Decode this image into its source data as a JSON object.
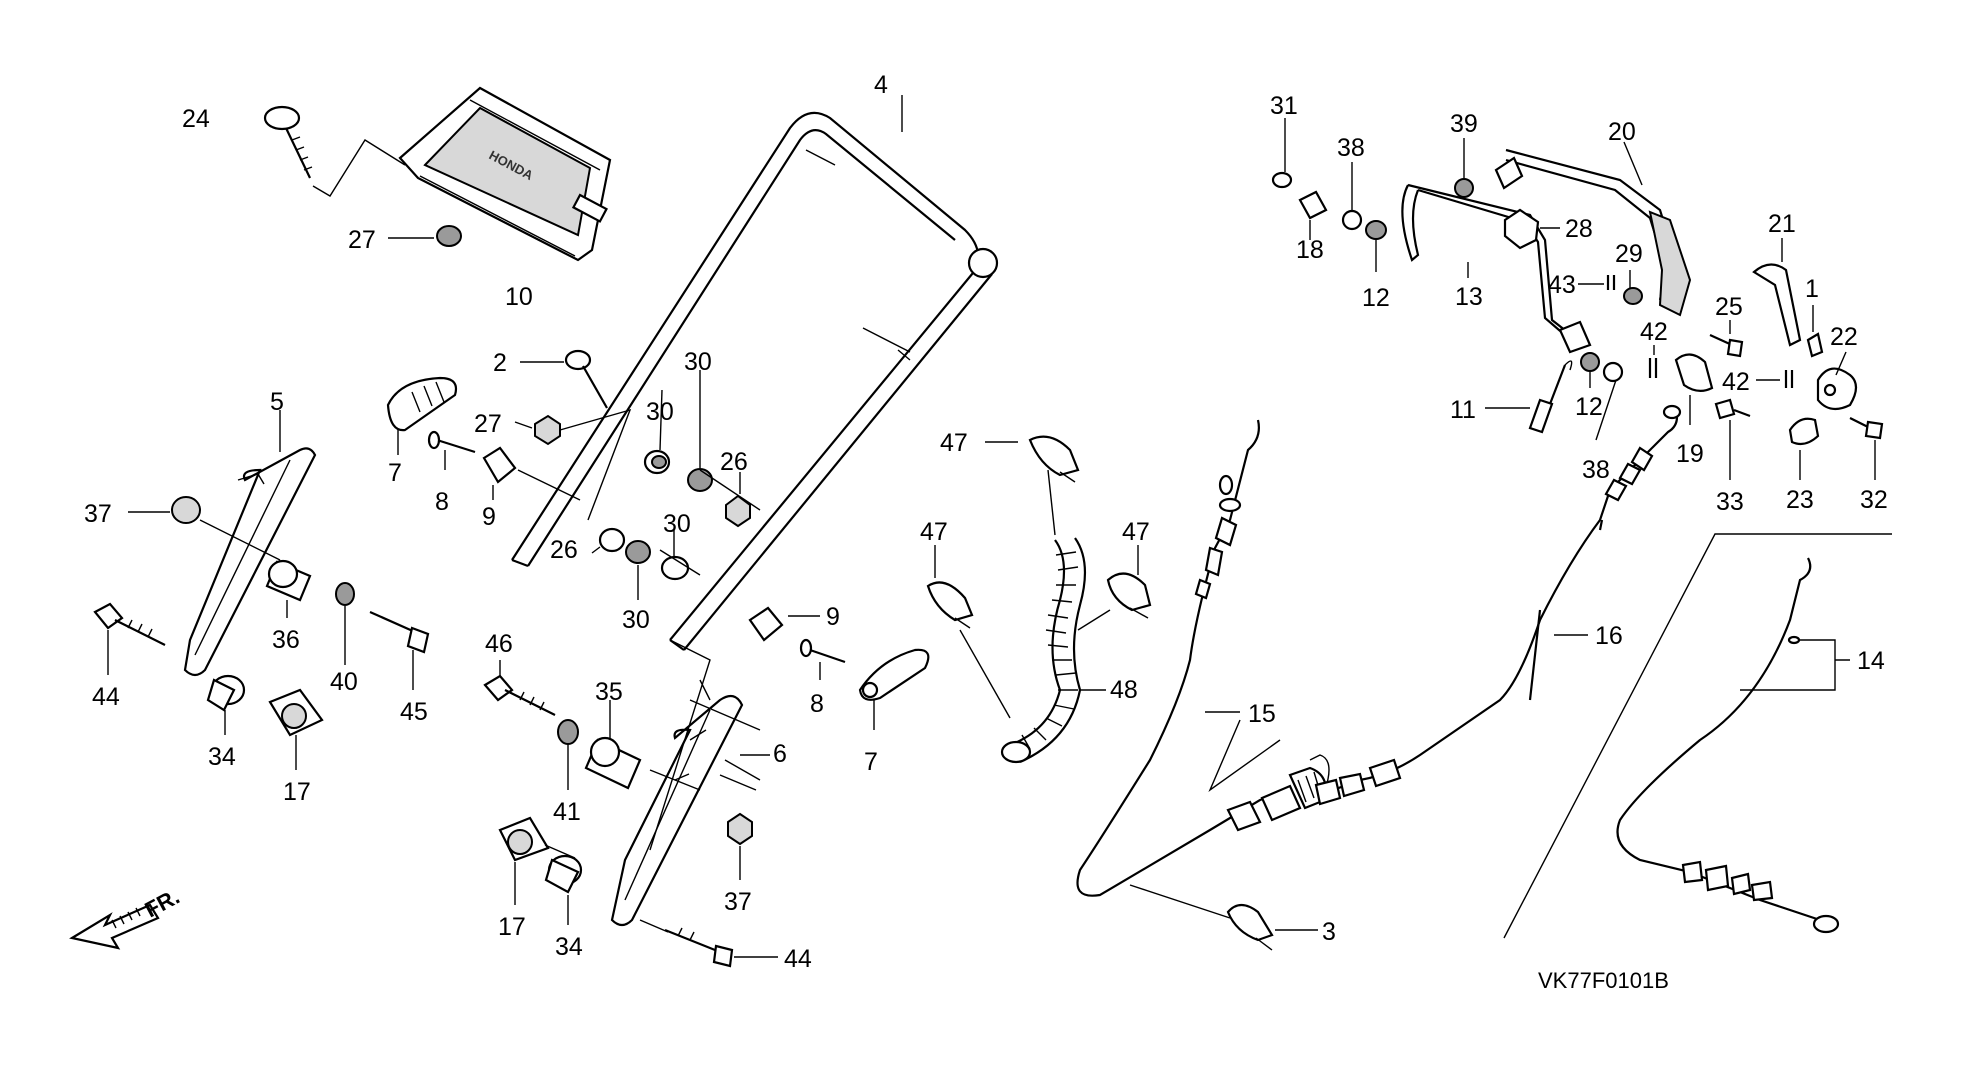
{
  "diagram": {
    "code": "VK77F0101B",
    "logo_text": "HONDA",
    "front_label": "FR.",
    "callouts": [
      {
        "id": "c-24",
        "label": "24"
      },
      {
        "id": "c-27a",
        "label": "27"
      },
      {
        "id": "c-10",
        "label": "10"
      },
      {
        "id": "c-4",
        "label": "4"
      },
      {
        "id": "c-2",
        "label": "2"
      },
      {
        "id": "c-27b",
        "label": "27"
      },
      {
        "id": "c-30a",
        "label": "30"
      },
      {
        "id": "c-30b",
        "label": "30"
      },
      {
        "id": "c-26a",
        "label": "26"
      },
      {
        "id": "c-7a",
        "label": "7"
      },
      {
        "id": "c-8a",
        "label": "8"
      },
      {
        "id": "c-9a",
        "label": "9"
      },
      {
        "id": "c-26b",
        "label": "26"
      },
      {
        "id": "c-30c",
        "label": "30"
      },
      {
        "id": "c-30d",
        "label": "30"
      },
      {
        "id": "c-9b",
        "label": "9"
      },
      {
        "id": "c-8b",
        "label": "8"
      },
      {
        "id": "c-7b",
        "label": "7"
      },
      {
        "id": "c-5",
        "label": "5"
      },
      {
        "id": "c-37a",
        "label": "37"
      },
      {
        "id": "c-44a",
        "label": "44"
      },
      {
        "id": "c-36",
        "label": "36"
      },
      {
        "id": "c-40",
        "label": "40"
      },
      {
        "id": "c-45",
        "label": "45"
      },
      {
        "id": "c-34a",
        "label": "34"
      },
      {
        "id": "c-17a",
        "label": "17"
      },
      {
        "id": "c-46",
        "label": "46"
      },
      {
        "id": "c-35",
        "label": "35"
      },
      {
        "id": "c-6",
        "label": "6"
      },
      {
        "id": "c-41",
        "label": "41"
      },
      {
        "id": "c-37b",
        "label": "37"
      },
      {
        "id": "c-17b",
        "label": "17"
      },
      {
        "id": "c-34b",
        "label": "34"
      },
      {
        "id": "c-44b",
        "label": "44"
      },
      {
        "id": "c-47a",
        "label": "47"
      },
      {
        "id": "c-47b",
        "label": "47"
      },
      {
        "id": "c-47c",
        "label": "47"
      },
      {
        "id": "c-48",
        "label": "48"
      },
      {
        "id": "c-15",
        "label": "15"
      },
      {
        "id": "c-3",
        "label": "3"
      },
      {
        "id": "c-31",
        "label": "31"
      },
      {
        "id": "c-38a",
        "label": "38"
      },
      {
        "id": "c-39",
        "label": "39"
      },
      {
        "id": "c-20",
        "label": "20"
      },
      {
        "id": "c-18",
        "label": "18"
      },
      {
        "id": "c-12a",
        "label": "12"
      },
      {
        "id": "c-13",
        "label": "13"
      },
      {
        "id": "c-28",
        "label": "28"
      },
      {
        "id": "c-29",
        "label": "29"
      },
      {
        "id": "c-43",
        "label": "43"
      },
      {
        "id": "c-21",
        "label": "21"
      },
      {
        "id": "c-1",
        "label": "1"
      },
      {
        "id": "c-25",
        "label": "25"
      },
      {
        "id": "c-22",
        "label": "22"
      },
      {
        "id": "c-42a",
        "label": "42"
      },
      {
        "id": "c-42b",
        "label": "42"
      },
      {
        "id": "c-11",
        "label": "11"
      },
      {
        "id": "c-12b",
        "label": "12"
      },
      {
        "id": "c-38b",
        "label": "38"
      },
      {
        "id": "c-19",
        "label": "19"
      },
      {
        "id": "c-33",
        "label": "33"
      },
      {
        "id": "c-23",
        "label": "23"
      },
      {
        "id": "c-32",
        "label": "32"
      },
      {
        "id": "c-16",
        "label": "16"
      },
      {
        "id": "c-14",
        "label": "14"
      }
    ]
  }
}
